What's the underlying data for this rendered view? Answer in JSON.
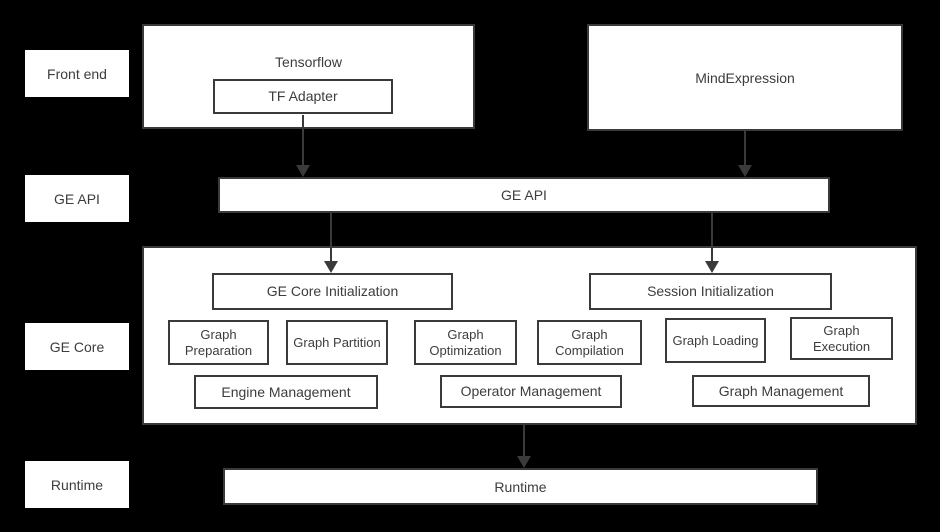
{
  "colors": {
    "background": "#000000",
    "box_background": "#ffffff",
    "border": "#3a3a3a",
    "text": "#3d3d3d",
    "arrow": "#3a3a3a"
  },
  "side_labels": [
    {
      "label": "Front end"
    },
    {
      "label": "GE API"
    },
    {
      "label": "GE Core"
    },
    {
      "label": "Runtime"
    }
  ],
  "front_end": {
    "tensorflow_label": "Tensorflow",
    "tf_adapter_label": "TF Adapter",
    "mindexpression_label": "MindExpression"
  },
  "ge_api": {
    "label": "GE API"
  },
  "ge_core": {
    "init_label": "GE Core Initialization",
    "session_label": "Session Initialization",
    "modules": [
      {
        "label": "Graph Preparation"
      },
      {
        "label": "Graph Partition"
      },
      {
        "label": "Graph Optimization"
      },
      {
        "label": "Graph Compilation"
      },
      {
        "label": "Graph Loading"
      },
      {
        "label": "Graph Execution"
      }
    ],
    "managers": [
      {
        "label": "Engine Management"
      },
      {
        "label": "Operator Management"
      },
      {
        "label": "Graph Management"
      }
    ]
  },
  "runtime": {
    "label": "Runtime"
  }
}
